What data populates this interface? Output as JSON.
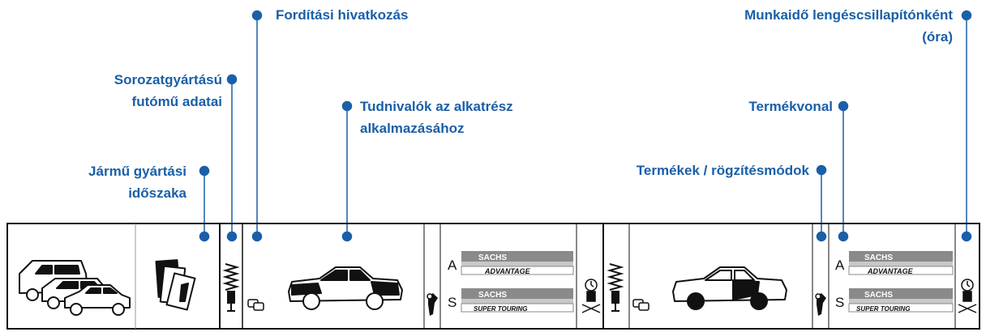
{
  "callouts": {
    "production_period": {
      "line1": "Jármű gyártási",
      "line2": "időszaka"
    },
    "series_chassis": {
      "line1": "Sorozatgyártású",
      "line2": "futómű adatai"
    },
    "cross_reference": {
      "line1": "Fordítási hivatkozás"
    },
    "application_notes": {
      "line1": "Tudnivalók az alkatrész",
      "line2": "alkalmazásához"
    },
    "products_mounting": {
      "line1": "Termékek / rögzítésmódok"
    },
    "product_line": {
      "line1": "Termékvonal"
    },
    "labor_time": {
      "line1": "Munkaidő lengéscsillapítónként",
      "line2": "(óra)"
    }
  },
  "product_lines": [
    {
      "grade": "A",
      "brand": "SACHS",
      "line": "ADVANTAGE"
    },
    {
      "grade": "S",
      "brand": "SACHS",
      "line": "SUPER TOURING"
    }
  ],
  "colors": {
    "accent": "#1a5fa8",
    "ink": "#111111",
    "banner": "#8a8a8a",
    "banner_light": "#c8c8c8"
  }
}
